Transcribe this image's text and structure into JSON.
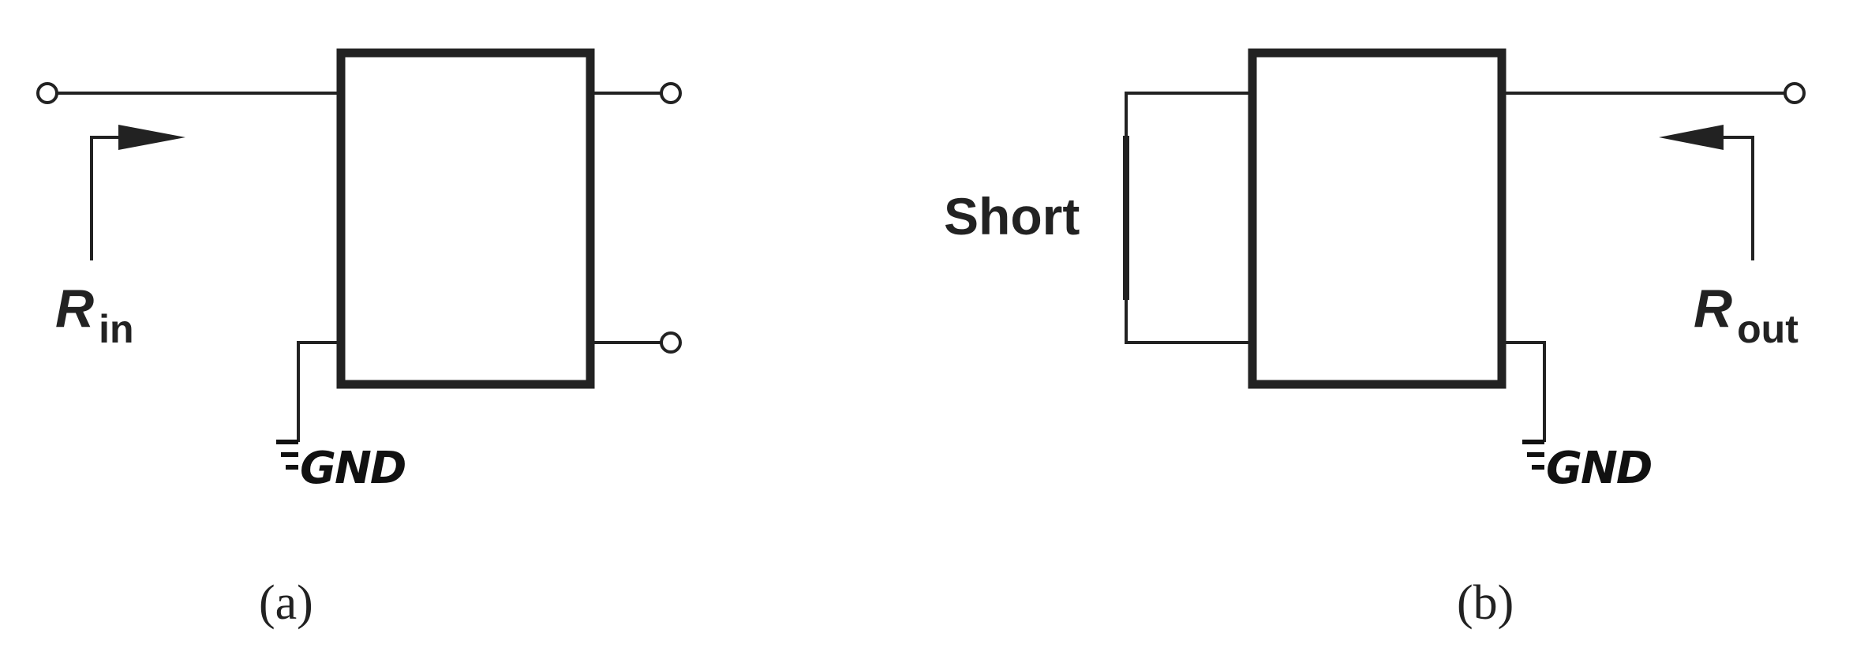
{
  "panel_a": {
    "input_label": {
      "main": "R",
      "sub": "in"
    },
    "ground_label": "GND",
    "caption": "(a)"
  },
  "panel_b": {
    "short_label": "Short",
    "output_label": {
      "main": "R",
      "sub": "out"
    },
    "ground_label": "GND",
    "caption": "(b)"
  },
  "colors": {
    "stroke": "#222222",
    "background": "#ffffff"
  }
}
